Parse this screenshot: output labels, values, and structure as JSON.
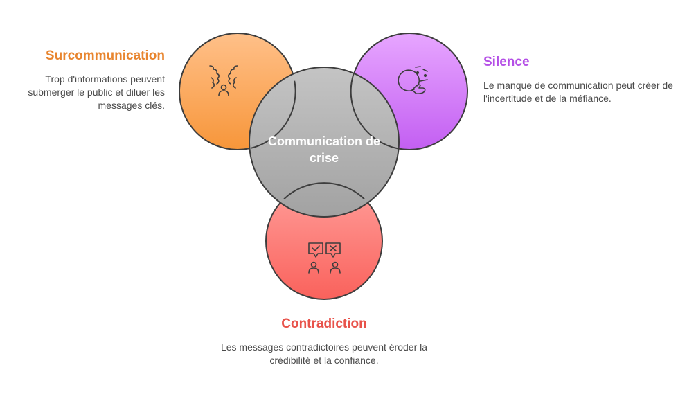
{
  "center": {
    "label": "Communication de crise",
    "color": "#a9a9a9"
  },
  "surcommunication": {
    "title": "Surcommunication",
    "description": "Trop d'informations peuvent submerger le public et diluer les messages clés.",
    "color": "#e8852f",
    "icon": "overwhelmed-person-icon"
  },
  "silence": {
    "title": "Silence",
    "description": "Le manque de communication peut créer de l'incertitude et de la méfiance.",
    "color": "#b44fe6",
    "icon": "thinking-face-icon"
  },
  "contradiction": {
    "title": "Contradiction",
    "description": "Les messages contradictoires peuvent éroder la crédibilité et la confiance.",
    "color": "#e8524a",
    "icon": "conflicting-messages-icon"
  }
}
